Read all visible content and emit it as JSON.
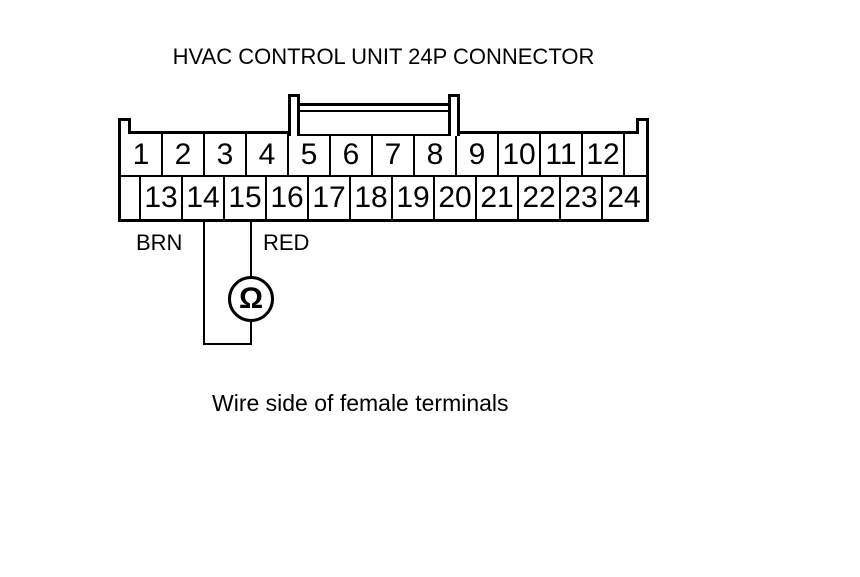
{
  "title": "HVAC CONTROL UNIT 24P CONNECTOR",
  "caption": "Wire side of female terminals",
  "connector": {
    "row1_cells": [
      "1",
      "2",
      "3",
      "4",
      "5",
      "6",
      "7",
      "8",
      "9",
      "10",
      "11",
      "12",
      ""
    ],
    "row2_cells": [
      "",
      "13",
      "14",
      "15",
      "16",
      "17",
      "18",
      "19",
      "20",
      "21",
      "22",
      "23",
      "24"
    ]
  },
  "measurement": {
    "meter_symbol": "Ω",
    "meter_type": "ohmmeter",
    "left_wire": {
      "label": "BRN",
      "pin": "14"
    },
    "right_wire": {
      "label": "RED",
      "pin": "15"
    }
  },
  "colors": {
    "line": "#000000",
    "background": "#ffffff"
  }
}
